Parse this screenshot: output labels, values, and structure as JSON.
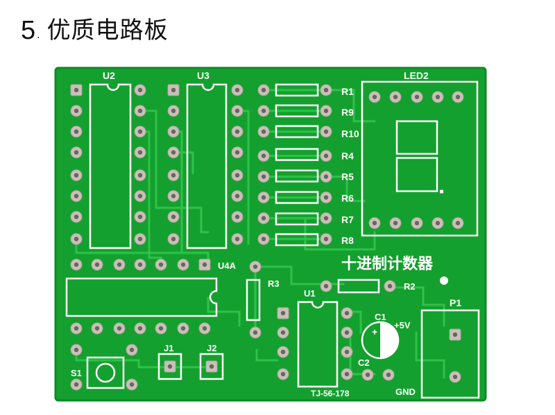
{
  "heading": {
    "number": "5",
    "dot": ".",
    "title": "优质电路板"
  },
  "board": {
    "colors": {
      "board": "#14a02e",
      "board_dark": "#0e8a26",
      "trace": "#2fc24a",
      "silk": "#ffffff",
      "pad": "#c9c1b8",
      "hole": "#6b6561"
    },
    "labels": {
      "u2": "U2",
      "u3": "U3",
      "led2": "LED2",
      "r1": "R1",
      "r9": "R9",
      "r10": "R10",
      "r4": "R4",
      "r5": "R5",
      "r6": "R6",
      "r7": "R7",
      "r8": "R8",
      "u4a": "U4A",
      "r3": "R3",
      "r2": "R2",
      "u1": "U1",
      "p1": "P1",
      "c1": "C1",
      "c1_plus": "+",
      "c2": "C2",
      "plus5v": "+5V",
      "gnd": "GND",
      "s1": "S1",
      "j1": "J1",
      "j2": "J2",
      "title_cn": "十进制计数器",
      "board_id": "TJ-56-178"
    }
  }
}
